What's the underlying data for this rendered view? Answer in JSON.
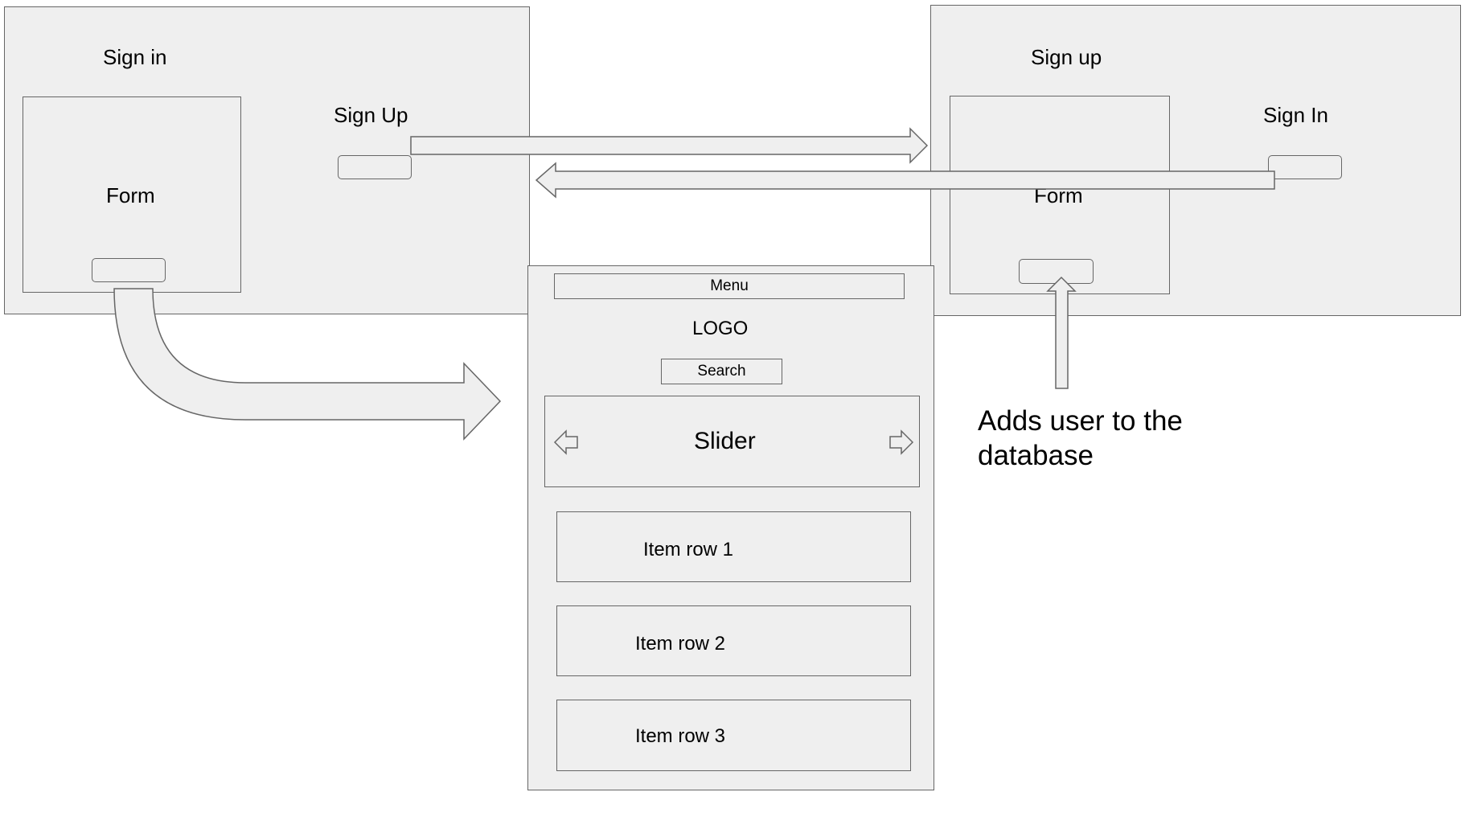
{
  "signin_screen": {
    "title": "Sign in",
    "form_label": "Form",
    "signup_link_label": "Sign Up"
  },
  "signup_screen": {
    "title": "Sign up",
    "form_label": "Form",
    "signin_link_label": "Sign In"
  },
  "home_screen": {
    "menu_label": "Menu",
    "logo_label": "LOGO",
    "search_label": "Search",
    "slider_label": "Slider",
    "item_rows": [
      {
        "label": "Item row 1"
      },
      {
        "label": "Item row 2"
      },
      {
        "label": "Item row 3"
      }
    ]
  },
  "annotation": {
    "line1": "Adds user to the",
    "line2": "database"
  },
  "colors": {
    "fill": "#efefef",
    "stroke": "#666666",
    "text": "#000000"
  }
}
